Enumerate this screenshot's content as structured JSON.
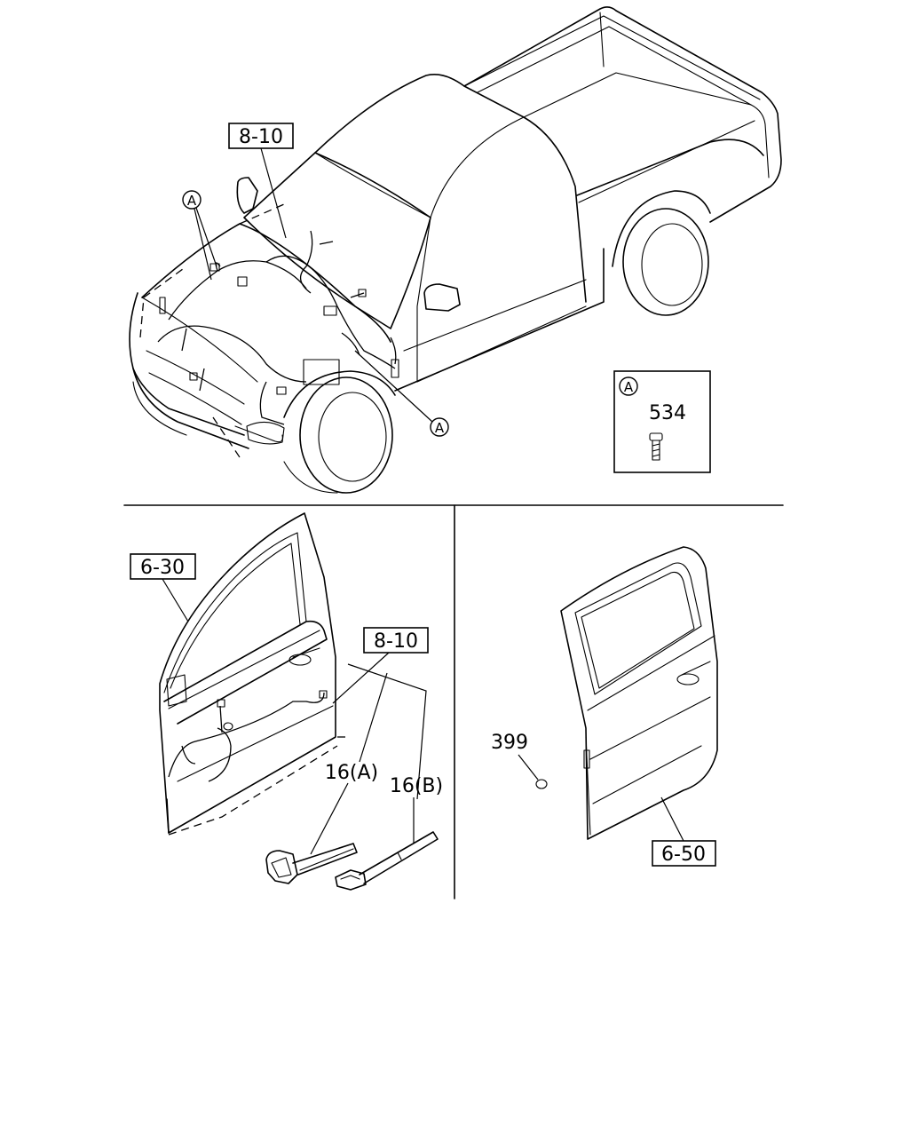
{
  "refs": {
    "top_8_10": "8-10",
    "door_8_10": "8-10",
    "front_door": "6-30",
    "rear_door": "6-50"
  },
  "parts": {
    "bolt": "534",
    "clip_a": "16(A)",
    "clip_b": "16(B)",
    "plug": "399"
  },
  "markers": {
    "a": "A"
  }
}
